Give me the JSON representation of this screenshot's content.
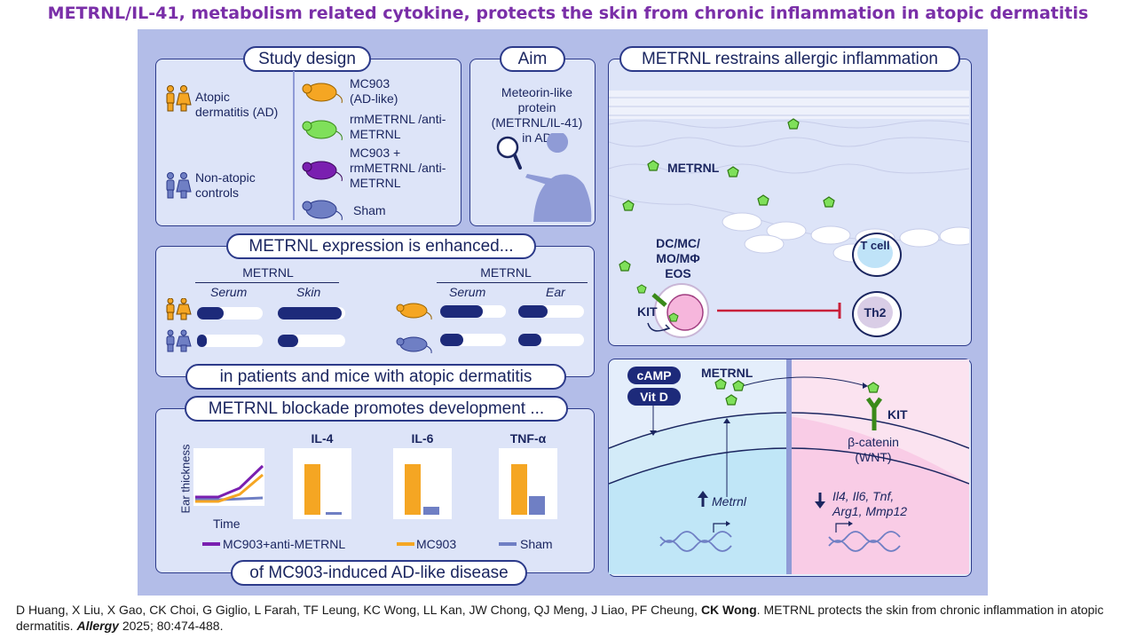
{
  "title": "METRNL/IL-41, metabolism related cytokine, protects the skin from chronic inflammation in atopic dermatitis",
  "study_design": {
    "header": "Study design",
    "groups": [
      "Atopic dermatitis (AD)",
      "Non-atopic controls"
    ],
    "mice": [
      "MC903 (AD-like)",
      "rmMETRNL /anti-METRNL",
      "MC903 + rmMETRNL /anti-METRNL",
      "Sham"
    ]
  },
  "aim": {
    "header": "Aim",
    "text": "Meteorin-like protein (METRNL/IL-41) in AD"
  },
  "restrains": {
    "header": "METRNL restrains allergic inflammation",
    "metrnl_label": "METRNL",
    "cell_label": "DC/MC/ MO/MΦ EOS",
    "kit_label": "KIT",
    "tcell_label": "T cell",
    "th2_label": "Th2"
  },
  "expression": {
    "header": "METRNL expression is enhanced...",
    "footer": "in patients and mice with atopic dermatitis",
    "human": {
      "title": "METRNL",
      "col1": "Serum",
      "col2": "Skin",
      "ad": [
        0.4,
        0.95
      ],
      "control": [
        0.15,
        0.3
      ]
    },
    "mouse": {
      "title": "METRNL",
      "col1": "Serum",
      "col2": "Ear",
      "mc903": [
        0.65,
        0.45
      ],
      "sham": [
        0.35,
        0.35
      ]
    }
  },
  "blockade": {
    "header": "METRNL blockade promotes development ...",
    "footer": "of MC903-induced AD-like disease",
    "y_label": "Ear thickness",
    "x_label": "Time",
    "legend": [
      "MC903+anti-METRNL",
      "MC903",
      "Sham"
    ],
    "colors": {
      "anti": "#7a1fb0",
      "mc903": "#f5a623",
      "sham": "#6f7fc4"
    },
    "cytokines": [
      {
        "name": "IL-4",
        "mc903": 0.95,
        "sham": 0.05
      },
      {
        "name": "IL-6",
        "mc903": 0.95,
        "sham": 0.15
      },
      {
        "name": "TNF-α",
        "mc903": 0.95,
        "sham": 0.35
      }
    ]
  },
  "mechanism": {
    "camp": "cAMP",
    "vitd": "Vit D",
    "metrnl_label": "METRNL",
    "kit_label": "KIT",
    "pathway": "β-catenin (WNT)",
    "gene_up": "Metrnl",
    "genes_down": "Il4, Il6, Tnf, Arg1, Mmp12"
  },
  "citation": {
    "authors": "D Huang, X Liu, X Gao, CK Choi, G Giglio, L Farah, TF Leung, KC Wong, LL Kan, JW Chong, QJ Meng, J Liao, PF Cheung,",
    "bold_author": "CK Wong",
    "rest": ". METRNL protects the skin from chronic inflammation in atopic dermatitis.",
    "journal": "Allergy",
    "tail": "2025; 80:474-488."
  }
}
